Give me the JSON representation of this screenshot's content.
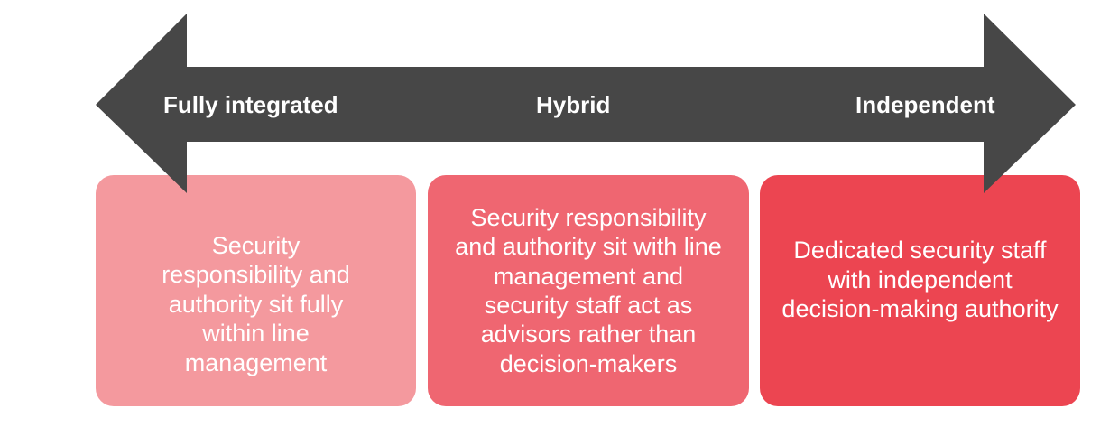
{
  "colors": {
    "arrow": "#474747",
    "box_left": "#f4999e",
    "box_middle": "#ef6671",
    "box_right": "#ec4551",
    "text": "#ffffff"
  },
  "arrow": {
    "labels": {
      "left": "Fully integrated",
      "middle": "Hybrid",
      "right": "Independent"
    }
  },
  "boxes": [
    {
      "text": "Security responsibility and authority sit fully within line management"
    },
    {
      "text": "Security responsibility and authority sit with line management and security staff act as advisors rather than decision-makers"
    },
    {
      "text": "Dedicated security staff with independent decision-making authority"
    }
  ]
}
